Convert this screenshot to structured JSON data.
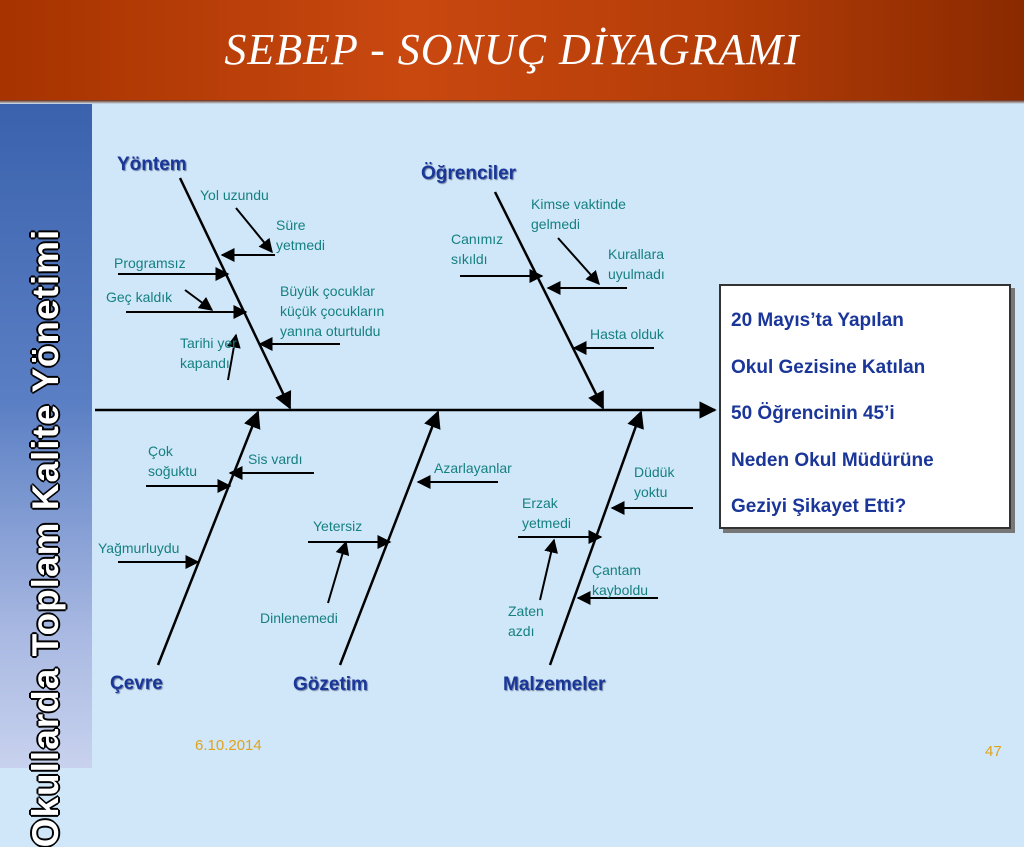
{
  "header": {
    "title": "SEBEP - SONUÇ  DİYAGRAMI"
  },
  "sidebar": {
    "text": "Okullarda Toplam Kalite Yönetimi"
  },
  "categories": {
    "yontem": "Yöntem",
    "ogrenciler": "Öğrenciler",
    "cevre": "Çevre",
    "gozetim": "Gözetim",
    "malzemeler": "Malzemeler"
  },
  "causes": {
    "yontem": {
      "yol_uzundu": "Yol uzundu",
      "sure_yetmedi": "Süre\nyetmedi",
      "programsiz": "Programsız",
      "gec_kaldik": "Geç kaldık",
      "buyuk_cocuklar": "Büyük çocuklar\nküçük çocukların\nyanına oturtuldu",
      "tarihi_yer": "Tarihi yer\nkapandı"
    },
    "ogrenciler": {
      "kimse_vaktinde": "Kimse vaktinde\ngelmedi",
      "canimiz_sikildi": "Canımız\nsıkıldı",
      "kurallara_uyulmadi": "Kurallara\nuyulmadı",
      "hasta_olduk": "Hasta olduk"
    },
    "cevre": {
      "cok_soguktu": "Çok\nsoğuktu",
      "sis_vardi": "Sis vardı",
      "yagmurluydu": "Yağmurluydu"
    },
    "gozetim": {
      "azarlayanlar": "Azarlayanlar",
      "yetersiz": "Yetersiz",
      "dinlenemedi": "Dinlenemedi"
    },
    "malzemeler": {
      "duduk_yoktu": "Düdük\nyoktu",
      "erzak_yetmedi": "Erzak\nyetmedi",
      "cantam_kayboldu": "Çantam\nkayboldu",
      "zaten_azdi": "Zaten\nazdı"
    }
  },
  "effect": {
    "text": "20 Mayıs’ta Yapılan\nOkul Gezisine Katılan\n50 Öğrencinin 45’i\nNeden Okul Müdürüne\nGeziyi Şikayet Etti?"
  },
  "footer": {
    "date": "6.10.2014",
    "page": "47"
  },
  "colors": {
    "header": "#c2450d",
    "background": "#cfe7f9",
    "label": "#168080",
    "category": "#1a3699",
    "footer": "#e0a31b"
  }
}
